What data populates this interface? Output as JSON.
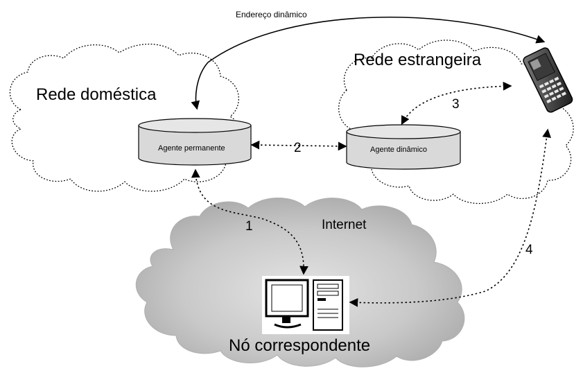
{
  "labels": {
    "dynamic_address": "Endereço dinâmico",
    "foreign_network": "Rede estrangeira",
    "home_network": "Rede doméstica",
    "internet": "Internet",
    "correspondent_node": "Nó correspondente"
  },
  "nodes": {
    "home_agent": "Agente permanente",
    "foreign_agent": "Agente dinâmico"
  },
  "steps": [
    "1",
    "2",
    "3",
    "4"
  ]
}
